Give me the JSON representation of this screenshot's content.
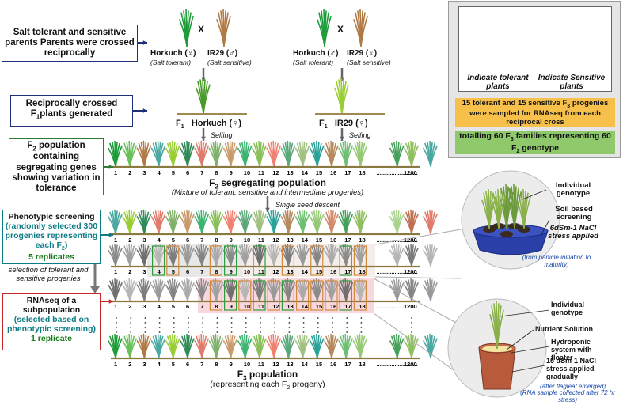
{
  "left_boxes": {
    "b1": "Salt tolerant and sensitive parents Parents were crossed reciprocally",
    "b2_a": "Reciprocally  crossed",
    "b2_b": "F",
    "b2_sub": "1",
    "b2_c": "plants generated",
    "b3_a": "F",
    "b3_sub": "2",
    "b3_b": " population containing segregating genes showing variation in tolerance",
    "b4_title": "Phenotypic screening",
    "b4_a": "(randomly selected 300 progenies representing each F",
    "b4_sub": "2",
    "b4_b": ")",
    "b4_rep": "5 replicates",
    "b5_title": "RNAseq of a subpopulation",
    "b5_paren": "(selected based on phenotypic screening)",
    "b5_rep": "1 replicate",
    "selection": "selection of tolerant and sensitive progenies"
  },
  "cross": {
    "x": "X",
    "horkuch_f": "Horkuch (♀)",
    "ir29_m": "IR29 (♂)",
    "horkuch_m": "Horkuch (♂)",
    "ir29_f": "IR29 (♀)",
    "salt_tolerant": "(Salt tolerant)",
    "salt_sensitive": "(Salt sensitive)",
    "f1": "F",
    "f1_sub": "1",
    "f1_left_name": "Horkuch (♀)",
    "f1_right_name": "IR29 (♀)",
    "selfing": "Selfing"
  },
  "f2": {
    "title_a": "F",
    "title_sub": "2",
    "title_b": " segregating population",
    "subtitle": "(Mixture of tolerant, sensitive and intermediate progenies)",
    "ssd": "Single seed descent"
  },
  "f3": {
    "title_a": "F",
    "title_sub": "3",
    "title_b": " population",
    "subtitle_a": "(representing each F",
    "subtitle_sub": "2",
    "subtitle_b": "  progeny)"
  },
  "row_numbers": [
    "1",
    "2",
    "3",
    "4",
    "5",
    "6",
    "7",
    "8",
    "9",
    "10",
    "11",
    "12",
    "13",
    "14",
    "15",
    "16",
    "17",
    "18"
  ],
  "row_end": "1200",
  "legend": {
    "tolerant": "Indicate tolerant plants",
    "sensitive": "Indicate Sensitive plants",
    "orange_a": "15 tolerant and 15 sensitive F",
    "orange_sub": "3",
    "orange_b": " progenies were sampled for RNAseq from each reciprocal cross",
    "green_a": "totalling 60 F",
    "green_sub1": "3",
    "green_b": " families representing 60 F",
    "green_sub2": "2",
    "green_c": " genotype"
  },
  "soil": {
    "individual": "Individual genotype",
    "screening": "Soil based screening",
    "stress": "6dSm-1 NaCl stress applied",
    "period": "(from panicle initiation to maturity)"
  },
  "hydro": {
    "individual": "Individual genotype",
    "nutrient": "Nutrient Solution",
    "system": "Hydroponic system with floater",
    "stress": "15 dSm-1 NaCl stress applied gradually",
    "after": "(after flagleaf emerged)",
    "rna": "(RNA sample collected after 72 hr stress)"
  },
  "colors": {
    "tolerant": "#1e9c3a",
    "sensitive": "#b07a45",
    "navy": "#1f2f78",
    "orange_box": "#f7c04a",
    "green_box": "#8fc96b",
    "soil_bowl": "#2b3fa8",
    "hydro_pot": "#b85a3c"
  }
}
